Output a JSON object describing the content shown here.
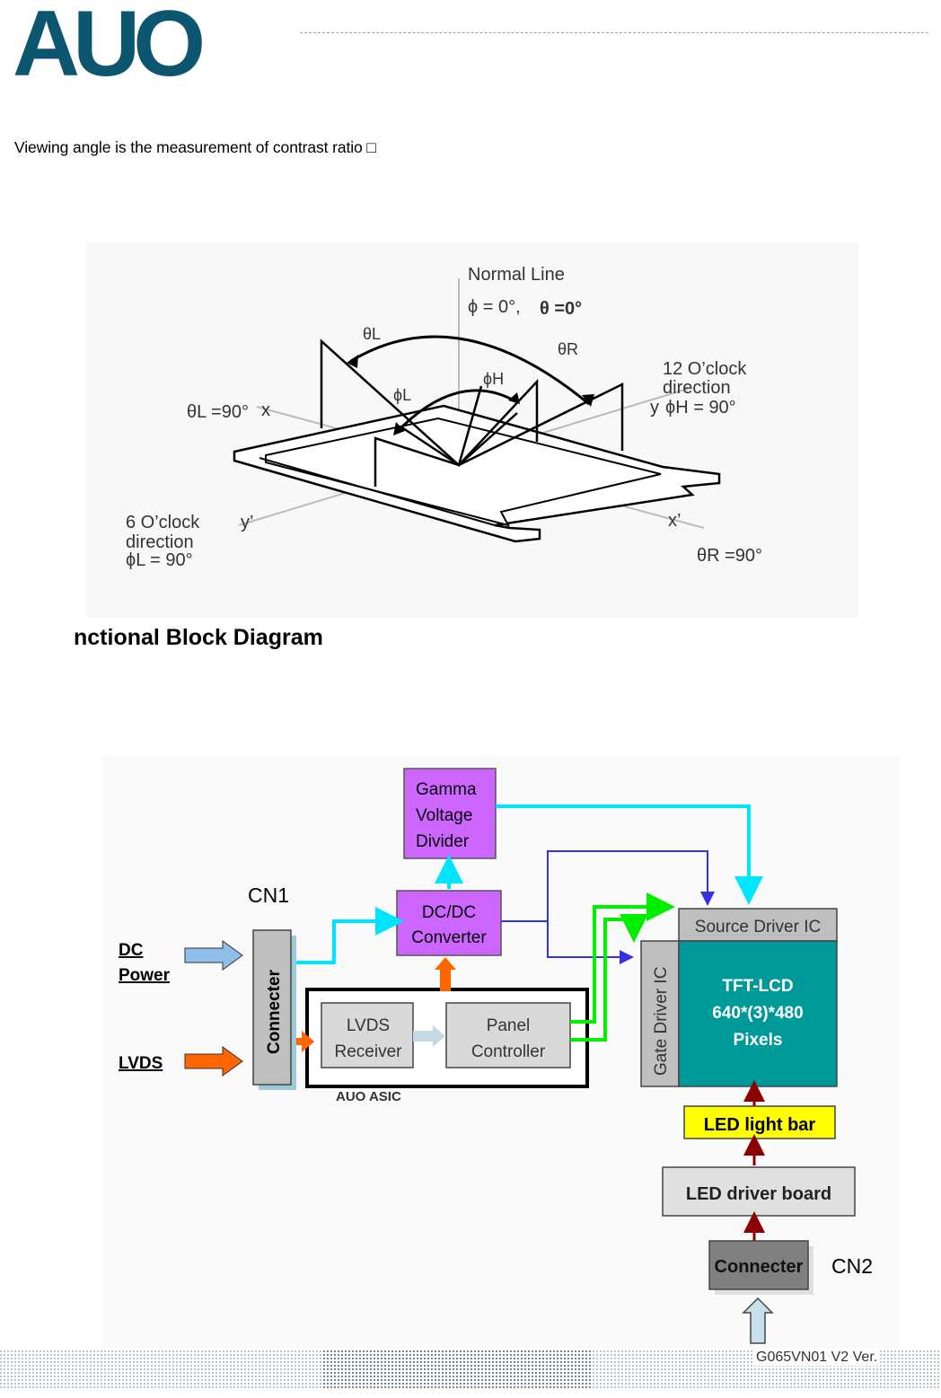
{
  "header": {
    "logo_text": "AUO",
    "brand_color": "#0d5670"
  },
  "intro_text": "Viewing angle is the measurement of contrast ratio □",
  "viewing_angle_figure": {
    "normal_line": "Normal Line",
    "phi_zero": "ϕ = 0°,",
    "theta_zero": "θ =0°",
    "theta_l_mark": "θL",
    "theta_r_mark": "θR",
    "phi_h_mark": "ϕH",
    "phi_l_mark": "ϕL",
    "twelve_oclock_line1": "12  O’clock",
    "twelve_oclock_line2": "direction",
    "phi_h_90": "ϕH = 90°",
    "theta_l_90": "θL =90°",
    "six_oclock_line1": "6 O’clock",
    "six_oclock_line2": "direction",
    "phi_l_90": "ϕL = 90°",
    "theta_r_90": "θR =90°",
    "axis_x": "x",
    "axis_y": "y",
    "axis_x_prime": "x’",
    "axis_y_prime": "y’"
  },
  "section_heading": "nctional Block Diagram",
  "block_diagram": {
    "gamma": [
      "Gamma",
      "Voltage",
      "Divider"
    ],
    "dcdc": [
      "DC/DC",
      "Converter"
    ],
    "cn1": "CN1",
    "cn2": "CN2",
    "dc_power": [
      "DC",
      "Power"
    ],
    "lvds_input": "LVDS",
    "connecter_left": "Connecter",
    "lvds_receiver": [
      "LVDS",
      "Receiver"
    ],
    "panel_controller": [
      "Panel",
      "Controller"
    ],
    "auo_asic": "AUO ASIC",
    "source_driver": "Source Driver IC",
    "gate_driver": "Gate Driver IC",
    "tft": [
      "TFT-LCD",
      "640*(3)*480",
      "Pixels"
    ],
    "led_light_bar": "LED light bar",
    "led_driver_board": "LED driver board",
    "connecter_bottom": "Connecter",
    "colors": {
      "purple": "#cc66ff",
      "teal": "#009999",
      "grey_block": "#bfbfbf",
      "yellow": "#ffff00",
      "cyan_line": "#00e5ff",
      "blue_line": "#3333dd",
      "green_line": "#00ee00",
      "orange_arrow": "#ff6600",
      "dark_red_arrow": "#8b0000",
      "light_blue_arrow": "#8fbfe8"
    }
  },
  "footer": {
    "model": "G065VN01 V2 Ver."
  }
}
